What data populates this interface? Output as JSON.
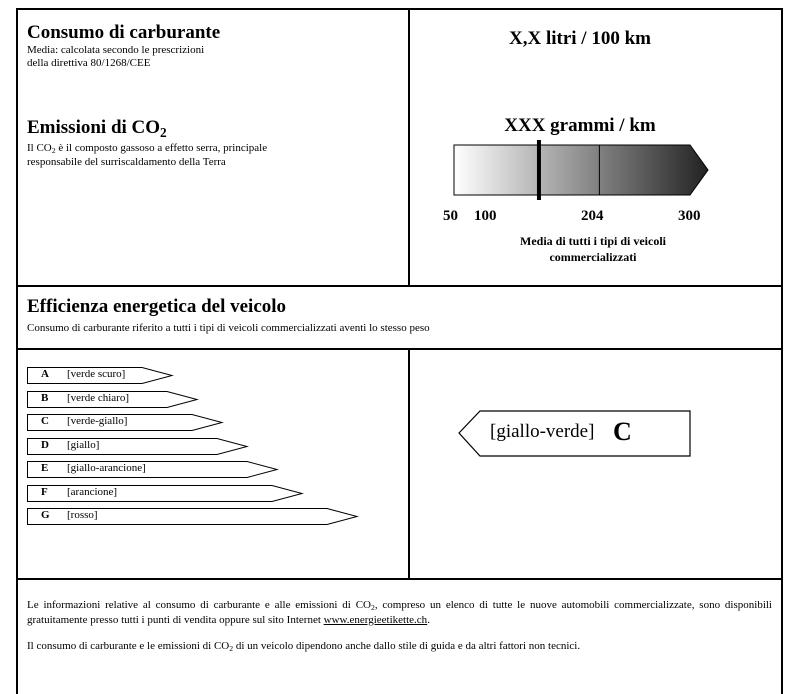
{
  "top_left": {
    "consumption_title": "Consumo di carburante",
    "consumption_note_1": "Media: calcolata secondo le prescrizioni",
    "consumption_note_2": "della direttiva 80/1268/CEE",
    "emission_title_prefix": "Emissioni di CO",
    "emission_title_sub": "2",
    "emission_note_1a": "Il CO",
    "emission_note_1sub": "2",
    "emission_note_1b": " è il composto gassoso a effetto serra, principale",
    "emission_note_2": "responsabile del surriscaldamento della Terra"
  },
  "top_right": {
    "consumption_value": "X,X litri / 100 km",
    "emission_value": "XXX grammi / km",
    "scale": {
      "ticks": [
        "50",
        "100",
        "204",
        "300"
      ],
      "tick_values": [
        50,
        100,
        204,
        300
      ],
      "min": 50,
      "max": 300,
      "marker_value": 140,
      "gradient_start": "#ffffff",
      "gradient_end": "#222222"
    },
    "average_note_1": "Media di tutti i tipi di veicoli",
    "average_note_2": "commercializzati"
  },
  "efficiency": {
    "title": "Efficienza energetica del veicolo",
    "subtitle": "Consumo di carburante riferito a tutti i tipi di veicoli commercializzati aventi lo stesso peso",
    "classes": [
      {
        "letter": "A",
        "name": "[verde scuro]"
      },
      {
        "letter": "B",
        "name": "[verde chiaro]"
      },
      {
        "letter": "C",
        "name": "[verde-giallo]"
      },
      {
        "letter": "D",
        "name": "[giallo]"
      },
      {
        "letter": "E",
        "name": "[giallo-arancione]"
      },
      {
        "letter": "F",
        "name": "[arancione]"
      },
      {
        "letter": "G",
        "name": "[rosso]"
      }
    ],
    "rating": {
      "name": "[giallo-verde]",
      "letter": "C"
    }
  },
  "footer": {
    "p1a": "Le informazioni relative al consumo di carburante e alle emissioni di CO",
    "p1sub": "2",
    "p1b": ", compreso un elenco di tutte le nuove automobili commercializzate, sono disponibili gratuitamente presso tutti i punti di vendita oppure sul sito Internet ",
    "p1link": "www.energieetikette.ch",
    "p1c": ".",
    "p2a": "Il consumo di carburante e le emissioni di CO",
    "p2sub": "2",
    "p2b": " di un veicolo dipendono anche dallo stile di guida e da altri fattori non tecnici."
  }
}
